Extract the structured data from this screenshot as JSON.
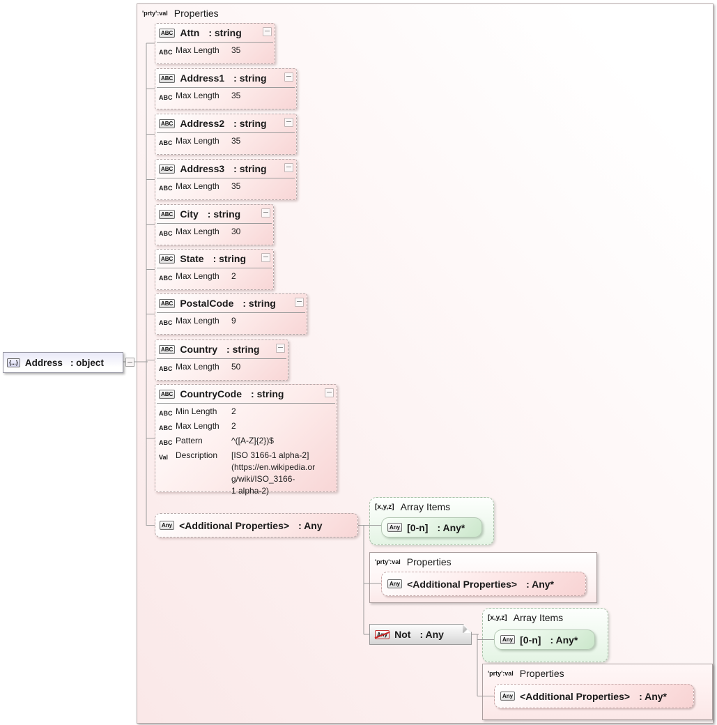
{
  "root_node": {
    "icon": "{...}",
    "name": "Address",
    "type": ": object"
  },
  "main_container": {
    "icon": "'prty':val",
    "title": "Properties"
  },
  "properties": [
    {
      "icon": "ABC",
      "name": "Attn",
      "type": ": string",
      "facets": [
        {
          "icon": "ABC",
          "label": "Max Length",
          "value": "35"
        }
      ]
    },
    {
      "icon": "ABC",
      "name": "Address1",
      "type": ": string",
      "facets": [
        {
          "icon": "ABC",
          "label": "Max Length",
          "value": "35"
        }
      ]
    },
    {
      "icon": "ABC",
      "name": "Address2",
      "type": ": string",
      "facets": [
        {
          "icon": "ABC",
          "label": "Max Length",
          "value": "35"
        }
      ]
    },
    {
      "icon": "ABC",
      "name": "Address3",
      "type": ": string",
      "facets": [
        {
          "icon": "ABC",
          "label": "Max Length",
          "value": "35"
        }
      ]
    },
    {
      "icon": "ABC",
      "name": "City",
      "type": ": string",
      "facets": [
        {
          "icon": "ABC",
          "label": "Max Length",
          "value": "30"
        }
      ]
    },
    {
      "icon": "ABC",
      "name": "State",
      "type": ": string",
      "facets": [
        {
          "icon": "ABC",
          "label": "Max Length",
          "value": "2"
        }
      ]
    },
    {
      "icon": "ABC",
      "name": "PostalCode",
      "type": ": string",
      "facets": [
        {
          "icon": "ABC",
          "label": "Max Length",
          "value": "9"
        }
      ]
    },
    {
      "icon": "ABC",
      "name": "Country",
      "type": ": string",
      "facets": [
        {
          "icon": "ABC",
          "label": "Max Length",
          "value": "50"
        }
      ]
    },
    {
      "icon": "ABC",
      "name": "CountryCode",
      "type": ": string",
      "facets": [
        {
          "icon": "ABC",
          "label": "Min Length",
          "value": "2"
        },
        {
          "icon": "ABC",
          "label": "Max Length",
          "value": "2"
        },
        {
          "icon": "ABC",
          "label": "Pattern",
          "value": "^([A-Z]{2})$"
        },
        {
          "icon": "Val",
          "label": "Description",
          "value": "[ISO 3166-1 alpha-2]\n(https://en.wikipedia.or\ng/wiki/ISO_3166-\n1  alpha-2)"
        }
      ]
    }
  ],
  "additional_property": {
    "icon": "Any",
    "name": "<Additional Properties>",
    "type": ": Any"
  },
  "array_items_top": {
    "icon": "[x,y,z]",
    "title": "Array Items",
    "item": {
      "icon": "Any",
      "name": "[0-n]",
      "type": ": Any*"
    }
  },
  "properties_mid": {
    "icon": "'prty':val",
    "title": "Properties",
    "item": {
      "icon": "Any",
      "name": "<Additional Properties>",
      "type": ": Any*"
    }
  },
  "not_node": {
    "icon": "Any",
    "name": "Not",
    "type": ": Any"
  },
  "array_items_bottom": {
    "icon": "[x,y,z]",
    "title": "Array Items",
    "item": {
      "icon": "Any",
      "name": "[0-n]",
      "type": ": Any*"
    }
  },
  "properties_bottom": {
    "icon": "'prty':val",
    "title": "Properties",
    "item": {
      "icon": "Any",
      "name": "<Additional Properties>",
      "type": ": Any*"
    }
  }
}
